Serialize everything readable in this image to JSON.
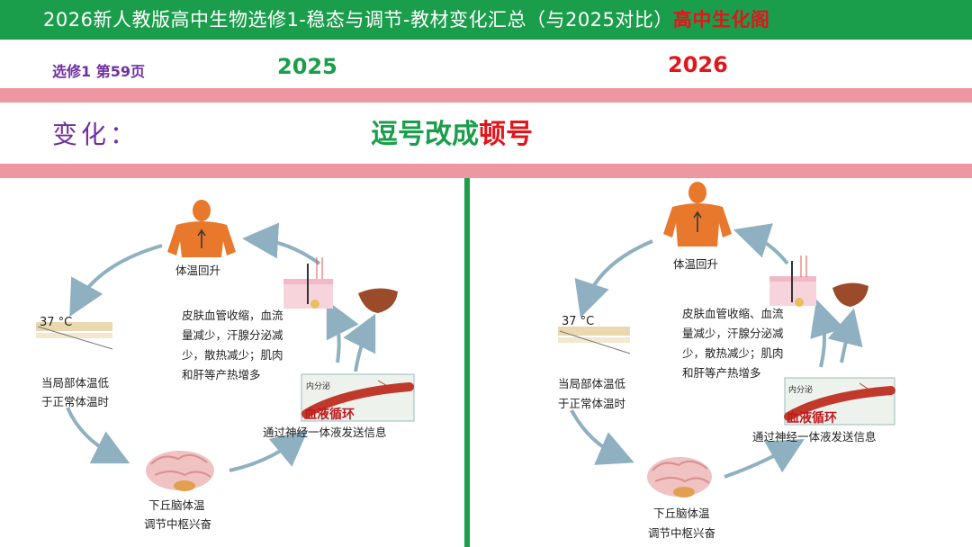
{
  "header": {
    "title": "2026新人教版高中生物选修1-稳态与调节-教材变化汇总（与2025对比）",
    "brand": "高中生化阁"
  },
  "meta": {
    "page_ref": "选修1 第59页",
    "year_old": "2025",
    "year_new": "2026"
  },
  "change": {
    "label": "变化：",
    "part1": "逗号改成",
    "part2": "顿号"
  },
  "diagram_old": {
    "body_temp_recover": "体温回升",
    "thermometer": "37 °C",
    "low_temp_line1": "当局部体温低",
    "low_temp_line2": "于正常体温时",
    "hypothalamus_line1": "下丘脑体温",
    "hypothalamus_line2": "调节中枢兴奋",
    "response": "皮肤血管收缩，血流量减少，汗腺分泌减少，散热减少；肌肉和肝等产热增多",
    "endocrine_tag": "内分泌",
    "blood_tag": "血液循环",
    "signal": "通过神经一体液发送信息"
  },
  "diagram_new": {
    "body_temp_recover": "体温回升",
    "thermometer": "37 °C",
    "low_temp_line1": "当局部体温低",
    "low_temp_line2": "于正常体温时",
    "hypothalamus_line1": "下丘脑体温",
    "hypothalamus_line2": "调节中枢兴奋",
    "response": "皮肤血管收缩、血流量减少，汗腺分泌减少，散热减少；肌肉和肝等产热增多",
    "endocrine_tag": "内分泌",
    "blood_tag": "血液循环",
    "signal": "通过神经一体液发送信息"
  },
  "colors": {
    "green": "#1a9e4b",
    "red": "#e0161b",
    "purple": "#7030a0",
    "pink_band": "#ec97a1"
  }
}
